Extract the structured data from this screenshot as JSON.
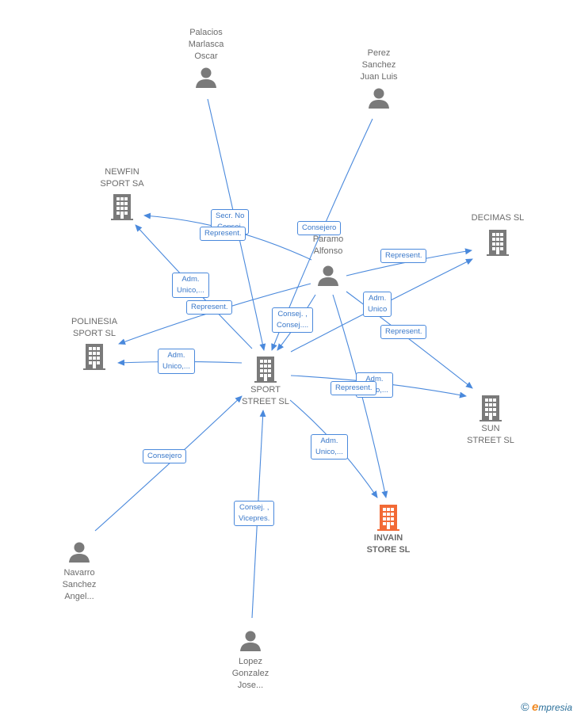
{
  "nodes": {
    "palacios": {
      "label": "Palacios\nMarlasca\nOscar",
      "kind": "person"
    },
    "perez": {
      "label": "Perez\nSanchez\nJuan Luis",
      "kind": "person"
    },
    "paramo": {
      "label": "Paramo\nAlfonso",
      "kind": "person"
    },
    "newfin": {
      "label": "NEWFIN\nSPORT SA",
      "kind": "company"
    },
    "decimas": {
      "label": "DECIMAS SL",
      "kind": "company"
    },
    "polinesia": {
      "label": "POLINESIA\nSPORT  SL",
      "kind": "company"
    },
    "sport_street": {
      "label": "SPORT\nSTREET SL",
      "kind": "company"
    },
    "sun_street": {
      "label": "SUN\nSTREET  SL",
      "kind": "company"
    },
    "invain": {
      "label": "INVAIN\nSTORE  SL",
      "kind": "company-highlight"
    },
    "navarro": {
      "label": "Navarro\nSanchez\nAngel...",
      "kind": "person"
    },
    "lopez": {
      "label": "Lopez\nGonzalez\nJose...",
      "kind": "person"
    }
  },
  "edge_labels": {
    "secr_no": "Secr.  No\nConsej.",
    "represent_1": "Represent.",
    "consejero_1": "Consejero",
    "represent_2": "Represent.",
    "adm_unico_1": "Adm.\nUnico,...",
    "represent_3": "Represent.",
    "adm_unico_2": "Adm.\nUnico",
    "consej_consej": "Consej. ,\nConsej....",
    "represent_4": "Represent.",
    "adm_unico_3": "Adm.\nUnico,...",
    "adm_unico_4": "Adm.\nUnico,...",
    "represent_5": "Represent.",
    "adm_unico_5": "Adm.\nUnico,...",
    "consejero_2": "Consejero",
    "consej_vicepres": "Consej. ,\nVicepres."
  },
  "colors": {
    "edge": "#4a89dc",
    "person_icon": "#7a7a7a",
    "company_icon": "#7a7a7a",
    "highlight": "#f26a36"
  },
  "footer": {
    "copyright": "©",
    "brand_initial": "e",
    "brand_rest": "mpresia"
  }
}
